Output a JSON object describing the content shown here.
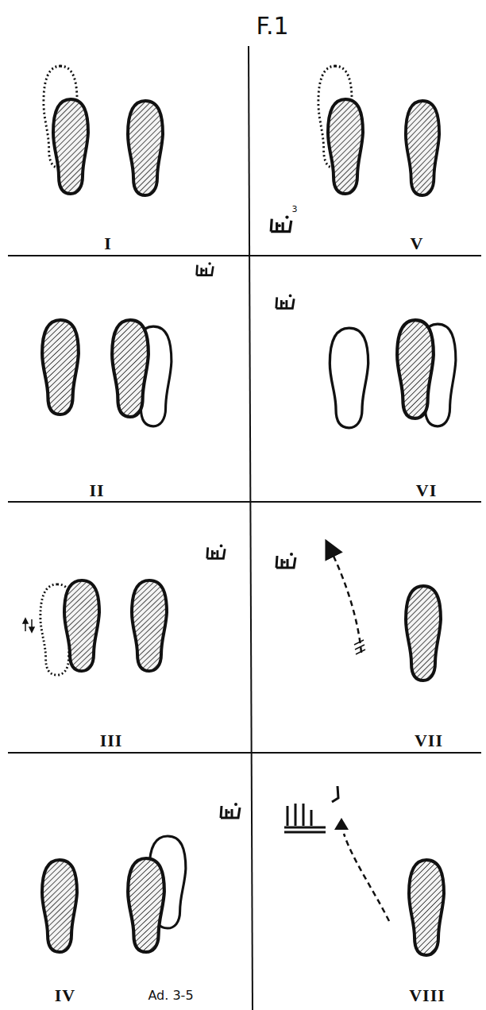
{
  "diagram": {
    "title": "F.1",
    "labels": [
      "3",
      "I",
      "V",
      "II",
      "VI",
      "III",
      "VII",
      "IV",
      "Ad. 3-5",
      "VIII"
    ]
  }
}
